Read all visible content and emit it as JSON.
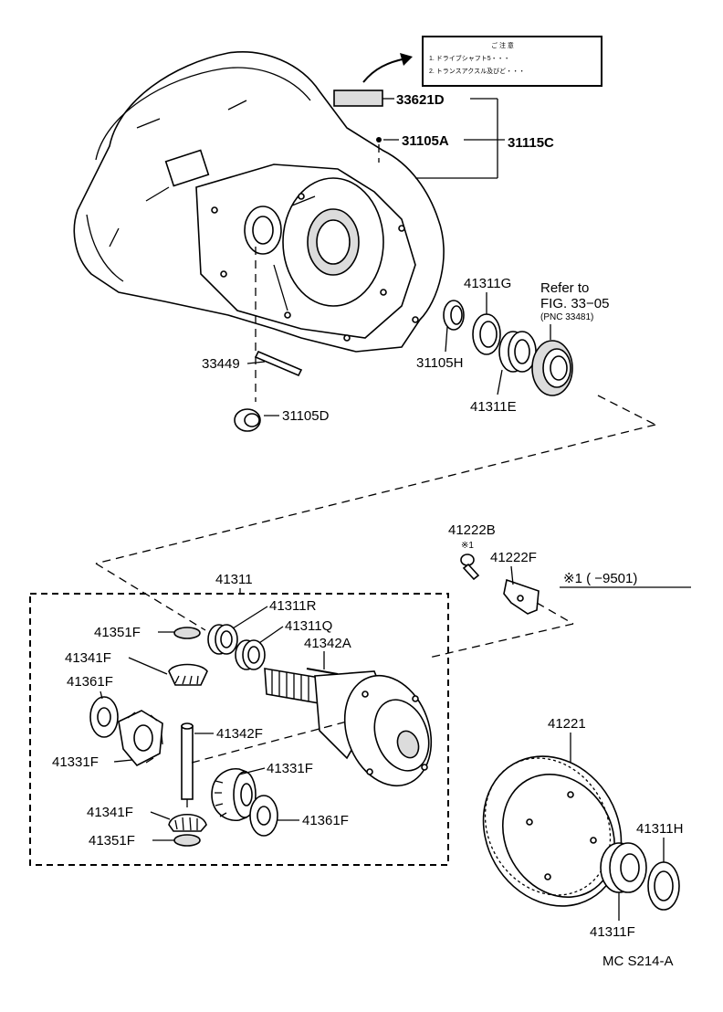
{
  "figure_code": "MC S214-A",
  "note_label": {
    "title": "ご 注 意",
    "line1": "1. ドライブシャフト5・・・",
    "line2": "2. トランスアクスル及びど・・・"
  },
  "reference": {
    "line1": "Refer to",
    "line2": "FIG. 33−05",
    "line3": "(PNC 33481)"
  },
  "applicability": {
    "marker": "※1",
    "range": "※1 (        −9501)"
  },
  "callouts": {
    "p33621D": "33621D",
    "p31105A": "31105A",
    "p31115C": "31115C",
    "p41311G": "41311G",
    "p31105H": "31105H",
    "p41311E": "41311E",
    "p33449": "33449",
    "p31105D": "31105D",
    "p41222B": "41222B",
    "p41222F": "41222F",
    "p41311": "41311",
    "p41311R": "41311R",
    "p41311Q": "41311Q",
    "p41342A": "41342A",
    "p41351F_top": "41351F",
    "p41341F_top": "41341F",
    "p41361F_left": "41361F",
    "p41331F_left": "41331F",
    "p41342F": "41342F",
    "p41331F_right": "41331F",
    "p41341F_bottom": "41341F",
    "p41361F_right": "41361F",
    "p41351F_bottom": "41351F",
    "p41221": "41221",
    "p41311H": "41311H",
    "p41311F": "41311F"
  }
}
